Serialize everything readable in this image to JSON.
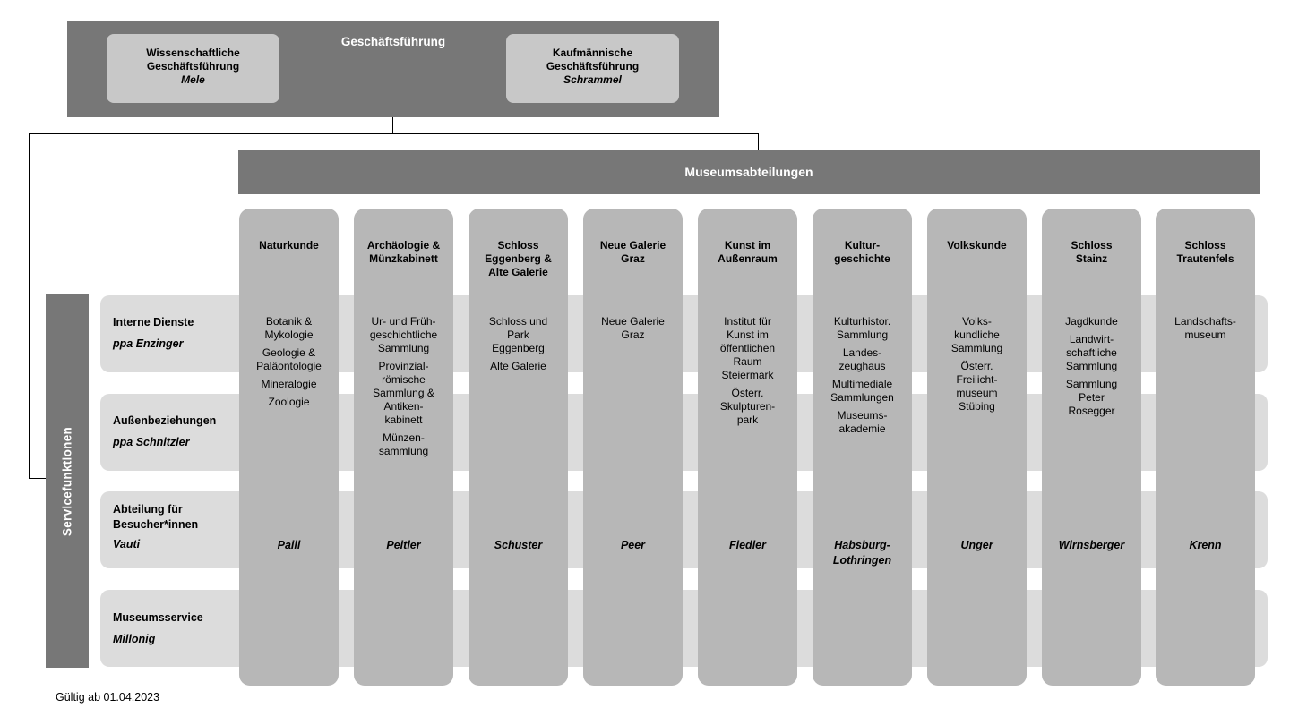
{
  "management": {
    "title": "Geschäftsführung",
    "scientific": {
      "role": "Wissenschaftliche\nGeschäftsführung",
      "name": "Mele"
    },
    "commercial": {
      "role": "Kaufmännische\nGeschäftsführung",
      "name": "Schrammel"
    }
  },
  "museum_departments_title": "Museumsabteilungen",
  "service_functions_title": "Servicefunktionen",
  "services": [
    {
      "label": "Interne Dienste",
      "head": "ppa Enzinger"
    },
    {
      "label": "Außenbeziehungen",
      "head": "ppa Schnitzler"
    },
    {
      "label": "Abteilung für\nBesucher*innen",
      "head": "Vauti"
    },
    {
      "label": "Museumsservice",
      "head": "Millonig"
    }
  ],
  "departments": [
    {
      "title": "Naturkunde",
      "items": [
        "Botanik &\nMykologie",
        "Geologie &\nPaläontologie",
        "Mineralogie",
        "Zoologie"
      ],
      "head": "Paill"
    },
    {
      "title": "Archäologie &\nMünzkabinett",
      "items": [
        "Ur- und Früh-\ngeschichtliche\nSammlung",
        "Provinzial-\nrömische\nSammlung &\nAntiken-\nkabinett",
        "Münzen-\nsammlung"
      ],
      "head": "Peitler"
    },
    {
      "title": "Schloss\nEggenberg &\nAlte Galerie",
      "items": [
        "Schloss und\nPark\nEggenberg",
        "Alte Galerie"
      ],
      "head": "Schuster"
    },
    {
      "title": "Neue Galerie\nGraz",
      "items": [
        "Neue Galerie\nGraz"
      ],
      "head": "Peer"
    },
    {
      "title": "Kunst im\nAußenraum",
      "items": [
        "Institut für\nKunst im\nöffentlichen\nRaum\nSteiermark",
        "Österr.\nSkulpturen-\npark"
      ],
      "head": "Fiedler"
    },
    {
      "title": "Kultur-\ngeschichte",
      "items": [
        "Kulturhistor.\nSammlung",
        "Landes-\nzeughaus",
        "Multimediale\nSammlungen",
        "Museums-\nakademie"
      ],
      "head": "Habsburg-\nLothringen"
    },
    {
      "title": "Volkskunde",
      "items": [
        "Volks-\nkundliche\nSammlung",
        "Österr.\nFreilicht-\nmuseum\nStübing"
      ],
      "head": "Unger"
    },
    {
      "title": "Schloss\nStainz",
      "items": [
        "Jagdkunde",
        "Landwirt-\nschaftliche\nSammlung",
        "Sammlung\nPeter\nRosegger"
      ],
      "head": "Wirnsberger"
    },
    {
      "title": "Schloss\nTrautenfels",
      "items": [
        "Landschafts-\nmuseum"
      ],
      "head": "Krenn"
    }
  ],
  "footer": "Gültig ab 01.04.2023"
}
